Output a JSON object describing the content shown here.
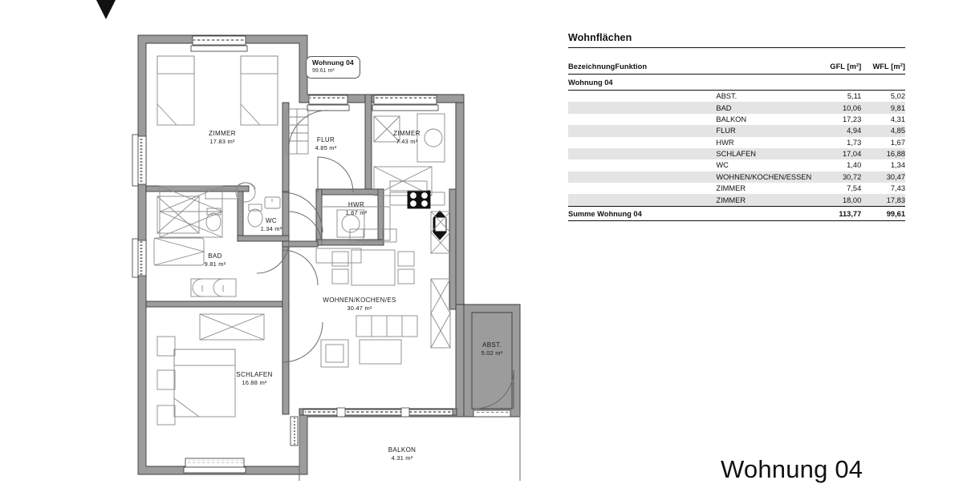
{
  "north_arrow": {
    "icon": "north-arrow-triangle-icon"
  },
  "badge": {
    "title": "Wohnung 04",
    "area": "99.61 m²"
  },
  "plan_caption": "Wohnung 04",
  "rooms": [
    {
      "name": "ZIMMER",
      "area": "17.83 m²"
    },
    {
      "name": "FLUR",
      "area": "4.85 m²"
    },
    {
      "name": "ZIMMER",
      "area": "7.43 m²"
    },
    {
      "name": "HWR",
      "area": "1.67 m²"
    },
    {
      "name": "WC",
      "area": "1.34 m²"
    },
    {
      "name": "BAD",
      "area": "9.81 m²"
    },
    {
      "name": "WOHNEN/KOCHEN/ES",
      "area": "30.47 m²"
    },
    {
      "name": "SCHLAFEN",
      "area": "16.88 m²"
    },
    {
      "name": "ABST.",
      "area": "5.02 m²"
    },
    {
      "name": "BALKON",
      "area": "4.31 m²"
    }
  ],
  "areas_panel": {
    "title": "Wohnflächen",
    "columns": {
      "bezeichnung": "Bezeichnung",
      "funktion": "Funktion",
      "gfl": "GFL [m²]",
      "wfl": "WFL [m²]"
    },
    "group_label": "Wohnung 04",
    "rows": [
      {
        "funktion": "ABST.",
        "gfl": "5,11",
        "wfl": "5,02"
      },
      {
        "funktion": "BAD",
        "gfl": "10,06",
        "wfl": "9,81"
      },
      {
        "funktion": "BALKON",
        "gfl": "17,23",
        "wfl": "4,31"
      },
      {
        "funktion": "FLUR",
        "gfl": "4,94",
        "wfl": "4,85"
      },
      {
        "funktion": "HWR",
        "gfl": "1,73",
        "wfl": "1,67"
      },
      {
        "funktion": "SCHLAFEN",
        "gfl": "17,04",
        "wfl": "16,88"
      },
      {
        "funktion": "WC",
        "gfl": "1,40",
        "wfl": "1,34"
      },
      {
        "funktion": "WOHNEN/KOCHEN/ESSEN",
        "gfl": "30,72",
        "wfl": "30,47"
      },
      {
        "funktion": "ZIMMER",
        "gfl": "7,54",
        "wfl": "7,43"
      },
      {
        "funktion": "ZIMMER",
        "gfl": "18,00",
        "wfl": "17,83"
      }
    ],
    "total": {
      "label": "Summe Wohnung 04",
      "gfl": "113,77",
      "wfl": "99,61"
    }
  },
  "colors": {
    "wall_fill": "#9c9c9c",
    "wall_stroke": "#3c3c3c",
    "furniture_stroke": "#777777",
    "row_alt": "#e4e4e4",
    "text": "#1a1a1a"
  }
}
